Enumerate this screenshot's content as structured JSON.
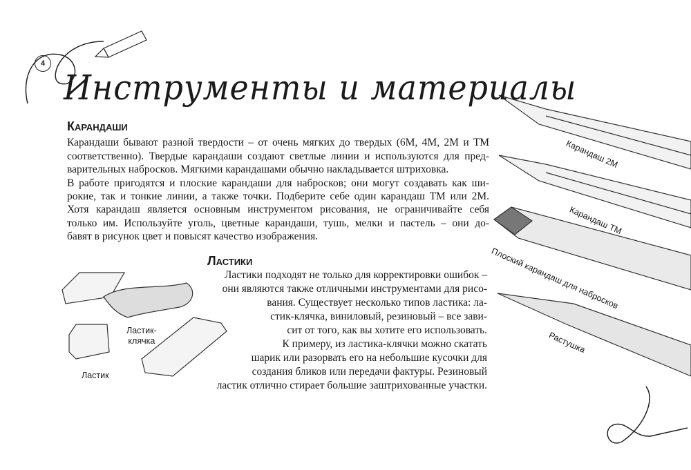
{
  "page_number": "4",
  "title": "Инструменты и материалы",
  "pencils": {
    "heading": "Карандаши",
    "lines": [
      "Карандаши бывают разной твердости – от очень мягких до твердых (6М, 4М, 2М и ТМ",
      "соответственно). Твердые карандаши создают светлые линии и используются для пред-",
      "варительных набросков. Мягкими карандашами обычно накладывается штриховка.",
      "В работе пригодятся и плоские карандаши для набросков; они могут создавать как ши-",
      "рокие, так и тонкие линии, а также точки. Подберите себе один карандаш ТМ или 2М.",
      "Хотя карандаш является основным инструментом рисования, не ограничивайте себя",
      "только им. Используйте уголь, цветные карандаши, тушь, мелки и пастель – они до-",
      "бавят в рисунок цвет и повысят качество изображения."
    ]
  },
  "erasers": {
    "heading": "Ластики",
    "lines": [
      "Ластики подходят не только для корректировки ошибок –",
      "они являются также отличными инструментами для рисо-",
      "вания. Существует несколько типов ластика: ла-",
      "стик-клячка, виниловый, резиновый – все зави-",
      "сит от того, как вы хотите его использовать.",
      "К примеру, из ластика-клячки можно скатать",
      "шарик или разорвать его на небольшие кусочки для",
      "создания бликов или передачи фактуры. Резиновый",
      "ластик отлично стирает большие заштрихованные участки."
    ]
  },
  "labels": {
    "pencil_2m": "Карандаш 2М",
    "pencil_tm": "Карандаш ТМ",
    "flat_pencil": "Плоский карандаш для набросков",
    "stump": "Растушка",
    "kneaded_eraser": "Ластик-\nклячка",
    "eraser": "Ластик"
  }
}
